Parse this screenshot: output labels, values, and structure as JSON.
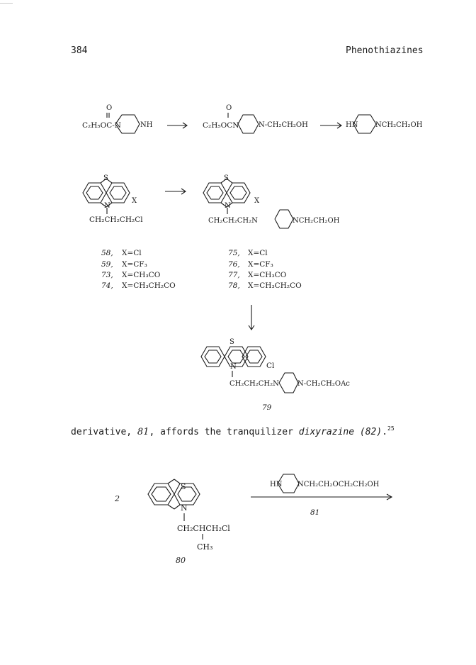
{
  "header": {
    "page_number": "384",
    "running_title": "Phenothiazines"
  },
  "scheme1": {
    "reagent1": {
      "carbonyl_o": "O",
      "prefix": "C₂H₅OC-N",
      "nh": "NH"
    },
    "product1": {
      "carbonyl_o": "O",
      "prefix": "C₂H₅OCN",
      "suffix": "N-CH₂CH₂OH"
    },
    "product2": {
      "hn": "HN",
      "suffix": "NCH₂CH₂OH"
    }
  },
  "scheme2": {
    "left": {
      "s": "S",
      "n": "N",
      "x": "X",
      "chain": "CH₂CH₂CH₂Cl"
    },
    "right": {
      "s": "S",
      "n": "N",
      "x": "X",
      "chain": "CH₂CH₂CH₂N",
      "tail": "NCH₂CH₂OH"
    },
    "left_list": [
      {
        "num": "58,",
        "val": "X=Cl"
      },
      {
        "num": "59,",
        "val": "X=CF₃"
      },
      {
        "num": "73,",
        "val": "X=CH₃CO"
      },
      {
        "num": "74,",
        "val": "X=CH₃CH₂CO"
      }
    ],
    "right_list": [
      {
        "num": "75,",
        "val": "X=Cl"
      },
      {
        "num": "76,",
        "val": "X=CF₃"
      },
      {
        "num": "77,",
        "val": "X=CH₃CO"
      },
      {
        "num": "78,",
        "val": "X=CH₃CH₂CO"
      }
    ]
  },
  "scheme3": {
    "s": "S",
    "n": "N",
    "cl": "Cl",
    "chain": "CH₂CH₂CH₂N",
    "tail": "N-CH₂CH₂OAc",
    "label": "79"
  },
  "paragraph": {
    "pre": "derivative, ",
    "num81": "81",
    "mid": ", affords the tranquilizer ",
    "drug": "dixyrazine (82)",
    "post": ".",
    "ref": "25"
  },
  "scheme4": {
    "side_num": "2",
    "s": "S",
    "n": "N",
    "chain": "CH₂CHCH₂Cl",
    "methyl": "CH₃",
    "label": "80",
    "reagent_hn": "HN",
    "reagent_tail": "NCH₂CH₂OCH₂CH₂OH",
    "reagent_label": "81"
  }
}
